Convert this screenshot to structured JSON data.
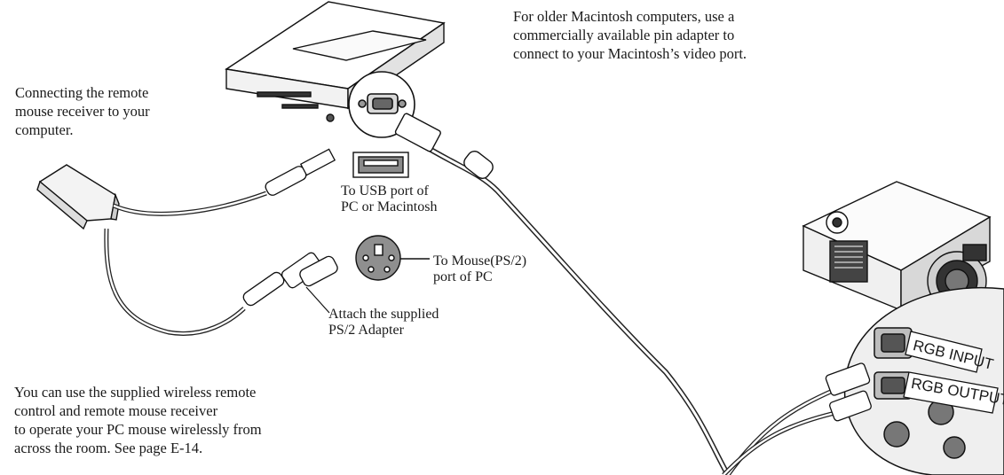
{
  "captions": {
    "macintosh_note": [
      "For older Macintosh computers, use a",
      "commercially available pin adapter to",
      "connect to your Macintosh’s video port."
    ],
    "receiver_note": [
      "Connecting the remote",
      "mouse receiver to your",
      "computer."
    ],
    "usb_label": [
      "To USB port of",
      "PC or Macintosh"
    ],
    "ps2_label": [
      "To Mouse(PS/2)",
      "port of PC"
    ],
    "adapter_label": [
      "Attach the supplied",
      "PS/2 Adapter"
    ],
    "wireless_note": [
      "You can use the supplied wireless remote",
      "control and remote mouse receiver",
      "to operate your PC mouse wirelessly from",
      "across the room. See page E-14."
    ]
  },
  "projector_labels": {
    "rgb_input": "RGB INPUT",
    "rgb_output": "RGB OUTPUT"
  }
}
